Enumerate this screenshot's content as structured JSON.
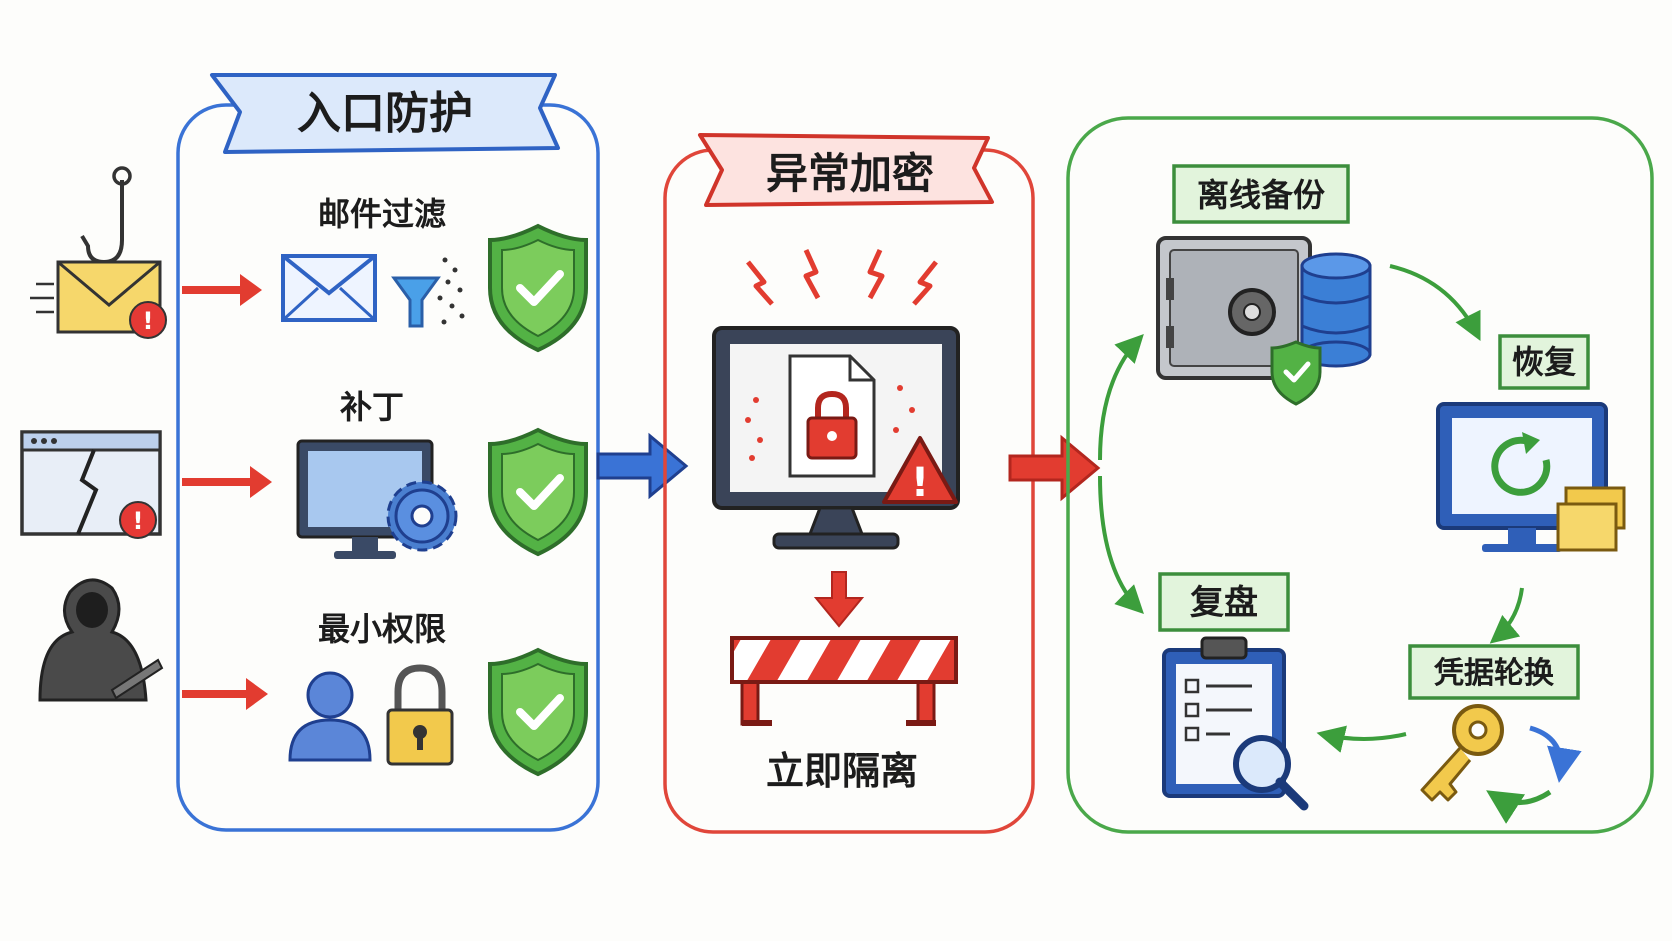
{
  "panels": {
    "entry": {
      "title": "入口防护",
      "color": "#3a73d6",
      "items": [
        {
          "label": "邮件过滤"
        },
        {
          "label": "补丁"
        },
        {
          "label": "最小权限"
        }
      ]
    },
    "anomaly": {
      "title": "异常加密",
      "color": "#e0463a",
      "action": "立即隔离"
    },
    "recovery": {
      "color": "#4aa84a",
      "offline_backup": "离线备份",
      "restore": "恢复",
      "credential_rotation": "凭据轮换",
      "review": "复盘"
    }
  }
}
